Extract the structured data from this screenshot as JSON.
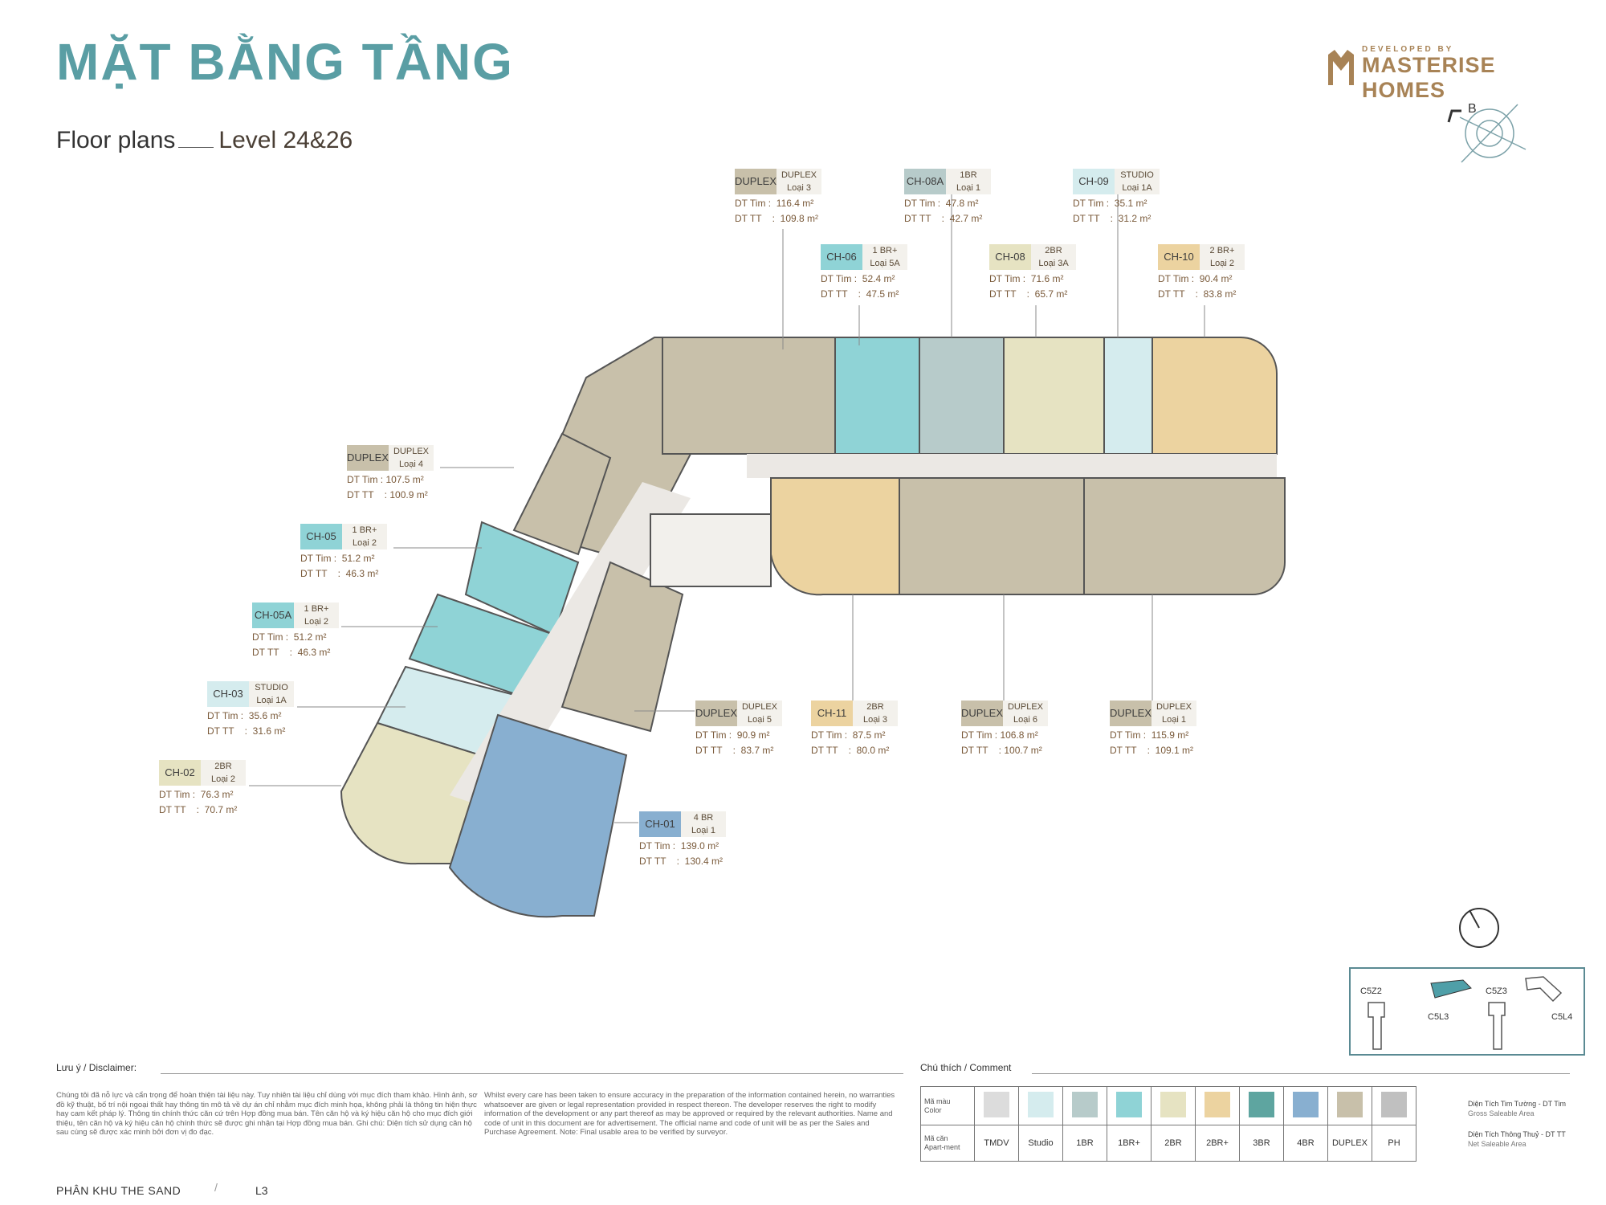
{
  "header": {
    "title": "MẶT BẰNG TẦNG",
    "subtitle": "Floor plans",
    "level": "Level 24&26",
    "logo_small": "DEVELOPED BY",
    "logo_big": "MASTERISE HOMES",
    "compass_letter": "B"
  },
  "units": [
    {
      "code": "DUPLEX",
      "type1": "DUPLEX",
      "type2": "Loại 3",
      "gross": "DT Tim :  116.4 m²",
      "net": "DT TT    :  109.8 m²",
      "color": "#c8c0aa"
    },
    {
      "code": "CH-08A",
      "type1": "1BR",
      "type2": "Loại 1",
      "gross": "DT Tim :  47.8 m²",
      "net": "DT TT    :  42.7 m²",
      "color": "#b7cbca"
    },
    {
      "code": "CH-09",
      "type1": "STUDIO",
      "type2": "Loại 1A",
      "gross": "DT Tim :  35.1 m²",
      "net": "DT TT    :  31.2 m²",
      "color": "#d5ecee"
    },
    {
      "code": "CH-06",
      "type1": "1 BR+",
      "type2": "Loại 5A",
      "gross": "DT Tim :  52.4 m²",
      "net": "DT TT    :  47.5 m²",
      "color": "#8fd3d6"
    },
    {
      "code": "CH-08",
      "type1": "2BR",
      "type2": "Loại 3A",
      "gross": "DT Tim :  71.6 m²",
      "net": "DT TT    :  65.7 m²",
      "color": "#e6e3c2"
    },
    {
      "code": "CH-10",
      "type1": "2 BR+",
      "type2": "Loại 2",
      "gross": "DT Tim :  90.4 m²",
      "net": "DT TT    :  83.8 m²",
      "color": "#ecd3a0"
    },
    {
      "code": "DUPLEX",
      "type1": "DUPLEX",
      "type2": "Loại 4",
      "gross": "DT Tim : 107.5 m²",
      "net": "DT TT    : 100.9 m²",
      "color": "#c8c0aa"
    },
    {
      "code": "CH-05",
      "type1": "1 BR+",
      "type2": "Loại 2",
      "gross": "DT Tim :  51.2 m²",
      "net": "DT TT    :  46.3 m²",
      "color": "#8fd3d6"
    },
    {
      "code": "CH-05A",
      "type1": "1 BR+",
      "type2": "Loại 2",
      "gross": "DT Tim :  51.2 m²",
      "net": "DT TT    :  46.3 m²",
      "color": "#8fd3d6"
    },
    {
      "code": "CH-03",
      "type1": "STUDIO",
      "type2": "Loại 1A",
      "gross": "DT Tim :  35.6 m²",
      "net": "DT TT    :  31.6 m²",
      "color": "#d5ecee"
    },
    {
      "code": "CH-02",
      "type1": "2BR",
      "type2": "Loại 2",
      "gross": "DT Tim :  76.3 m²",
      "net": "DT TT    :  70.7 m²",
      "color": "#e6e3c2"
    },
    {
      "code": "DUPLEX",
      "type1": "DUPLEX",
      "type2": "Loại 5",
      "gross": "DT Tim :  90.9 m²",
      "net": "DT TT    :  83.7 m²",
      "color": "#c8c0aa"
    },
    {
      "code": "CH-11",
      "type1": "2BR",
      "type2": "Loại 3",
      "gross": "DT Tim :  87.5 m²",
      "net": "DT TT    :  80.0 m²",
      "color": "#ecd3a0"
    },
    {
      "code": "DUPLEX",
      "type1": "DUPLEX",
      "type2": "Loại 6",
      "gross": "DT Tim : 106.8 m²",
      "net": "DT TT    : 100.7 m²",
      "color": "#c8c0aa"
    },
    {
      "code": "DUPLEX",
      "type1": "DUPLEX",
      "type2": "Loại 1",
      "gross": "DT Tim :  115.9 m²",
      "net": "DT TT    :  109.1 m²",
      "color": "#c8c0aa"
    },
    {
      "code": "CH-01",
      "type1": "4 BR",
      "type2": "Loại 1",
      "gross": "DT Tim :  139.0 m²",
      "net": "DT TT    :  130.4 m²",
      "color": "#88afd0"
    }
  ],
  "disclaimer": {
    "title": "Lưu ý / Disclaimer:",
    "vn": "Chúng tôi đã nỗ lực và cẩn trọng để hoàn thiện tài liệu này. Tuy nhiên tài liệu chỉ dùng với mục đích tham khảo. Hình ảnh, sơ đồ kỹ thuật, bố trí nội ngoại thất hay thông tin mô tả về dự án chỉ nhằm mục đích minh họa, không phải là thông tin hiện thực hay cam kết pháp lý. Thông tin chính thức căn cứ trên Hợp đồng mua bán. Tên căn hộ và ký hiệu căn hộ cho mục đích giới thiệu, tên căn hộ và ký hiệu căn hộ chính thức sẽ được ghi nhận tại Hợp đồng mua bán. Ghi chú: Diện tích sử dụng căn hộ sau cùng sẽ được xác minh bởi đơn vị đo đạc.",
    "en": "Whilst every care has been taken to ensure accuracy in the preparation of the information contained herein, no warranties whatsoever are given or legal representation provided in respect thereon. The developer reserves the right to modify information of the development or any part thereof as may be approved or required by the relevant authorities. Name and code of unit in this document are for advertisement. The official name and code of unit will be as per the Sales and Purchase Agreement. Note: Final usable area to be verified by surveyor."
  },
  "legend": {
    "title": "Chú thích / Comment",
    "color_label": "Mã màu",
    "color_label_en": "Color",
    "unit_label": "Mã căn",
    "unit_label_en": "Apart-ment",
    "items": [
      {
        "label": "TMDV",
        "color": "#dcdcdc"
      },
      {
        "label": "Studio",
        "color": "#d5ecee"
      },
      {
        "label": "1BR",
        "color": "#b7cbca"
      },
      {
        "label": "1BR+",
        "color": "#8fd3d6"
      },
      {
        "label": "2BR",
        "color": "#e6e3c2"
      },
      {
        "label": "2BR+",
        "color": "#ecd3a0"
      },
      {
        "label": "3BR",
        "color": "#5ea5a0"
      },
      {
        "label": "4BR",
        "color": "#88afd0"
      },
      {
        "label": "DUPLEX",
        "color": "#c8c0aa"
      },
      {
        "label": "PH",
        "color": "#c0c0c0"
      }
    ],
    "gsa_vn": "Diện Tích Tim Tường - DT Tim",
    "gsa_en": "Gross Saleable Area",
    "nsa_vn": "Diện Tích Thông Thuỷ - DT TT",
    "nsa_en": "Net Saleable Area"
  },
  "keyplan": {
    "labels": [
      "C5Z2",
      "C5L3",
      "C5Z3",
      "C5L4"
    ]
  },
  "footer": {
    "zone": "PHÂN KHU THE SAND",
    "sep": "/",
    "code": "L3"
  }
}
